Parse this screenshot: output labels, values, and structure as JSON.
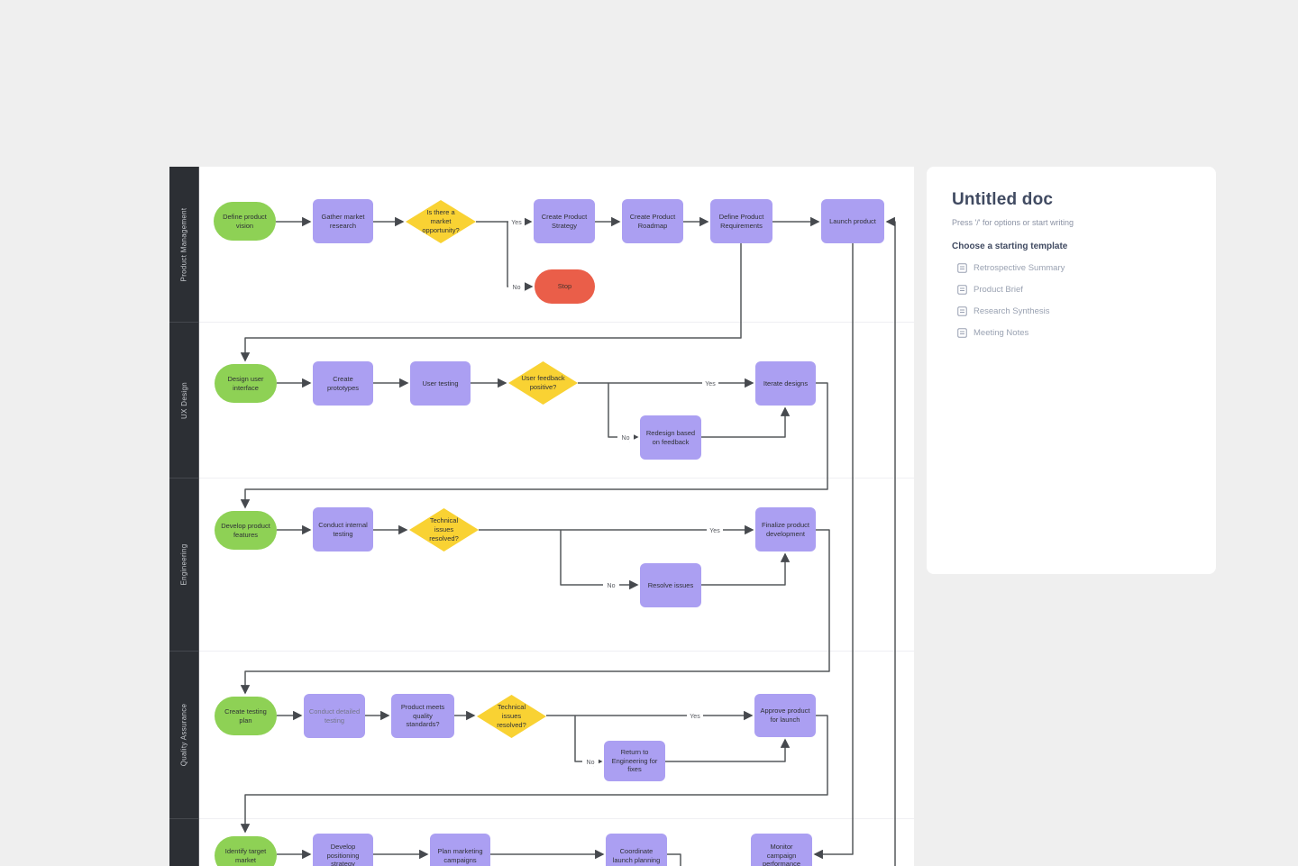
{
  "colors": {
    "background": "#efefef",
    "sidebar": "#2c2f34",
    "start_node": "#8ed155",
    "process_node": "#ab9ff2",
    "decision_node": "#f9d233",
    "stop_node": "#ea5e49",
    "connector": "#55585b",
    "panel_title": "#404a61"
  },
  "diagram": {
    "yes": "Yes",
    "no": "No",
    "lanes": [
      {
        "label": "Product Management",
        "nodes": [
          {
            "type": "start",
            "label": "Define product vision"
          },
          {
            "type": "process",
            "label": "Gather market research"
          },
          {
            "type": "decision",
            "label": "Is there a market opportunity?"
          },
          {
            "type": "process",
            "label": "Create Product Strategy"
          },
          {
            "type": "process",
            "label": "Create Product Roadmap"
          },
          {
            "type": "process",
            "label": "Define Product Requirements"
          },
          {
            "type": "process",
            "label": "Launch product"
          },
          {
            "type": "stop",
            "label": "Stop"
          }
        ]
      },
      {
        "label": "UX Design",
        "nodes": [
          {
            "type": "start",
            "label": "Design user interface"
          },
          {
            "type": "process",
            "label": "Create prototypes"
          },
          {
            "type": "process",
            "label": "User testing"
          },
          {
            "type": "decision",
            "label": "User feedback positive?"
          },
          {
            "type": "process",
            "label": "Iterate designs"
          },
          {
            "type": "process",
            "label": "Redesign based on feedback"
          }
        ]
      },
      {
        "label": "Engineering",
        "nodes": [
          {
            "type": "start",
            "label": "Develop product features"
          },
          {
            "type": "process",
            "label": "Conduct internal testing"
          },
          {
            "type": "decision",
            "label": "Technical issues resolved?"
          },
          {
            "type": "process",
            "label": "Finalize product development"
          },
          {
            "type": "process",
            "label": "Resolve issues"
          }
        ]
      },
      {
        "label": "Quality Assurance",
        "nodes": [
          {
            "type": "start",
            "label": "Create testing plan"
          },
          {
            "type": "process",
            "label": "Conduct detailed testing"
          },
          {
            "type": "process",
            "label": "Product meets quality standards?"
          },
          {
            "type": "decision",
            "label": "Technical issues resolved?"
          },
          {
            "type": "process",
            "label": "Approve product for launch"
          },
          {
            "type": "process",
            "label": "Return to Engineering for fixes"
          }
        ]
      },
      {
        "label": "",
        "nodes": [
          {
            "type": "start",
            "label": "Identify target market"
          },
          {
            "type": "process",
            "label": "Develop positioning strategy"
          },
          {
            "type": "process",
            "label": "Plan marketing campaigns"
          },
          {
            "type": "process",
            "label": "Coordinate launch planning"
          },
          {
            "type": "process",
            "label": "Monitor campaign performance"
          }
        ]
      }
    ]
  },
  "doc_panel": {
    "title": "Untitled doc",
    "hint": "Press '/' for options or start writing",
    "template_heading": "Choose a starting template",
    "templates": [
      {
        "icon": "template-icon",
        "label": "Retrospective Summary"
      },
      {
        "icon": "template-icon",
        "label": "Product Brief"
      },
      {
        "icon": "template-icon",
        "label": "Research Synthesis"
      },
      {
        "icon": "template-icon",
        "label": "Meeting Notes"
      }
    ]
  }
}
